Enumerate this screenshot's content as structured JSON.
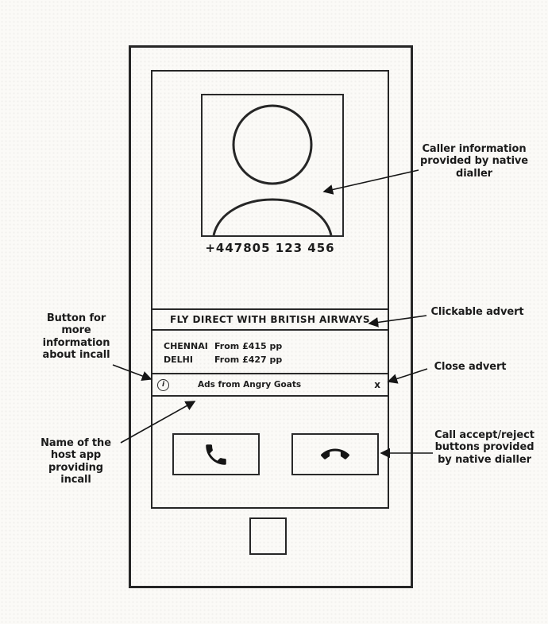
{
  "colors": {
    "ink": "#1c1c1c",
    "paper": "#fbfaf7"
  },
  "phone": {
    "caller_number": "+447805 123 456",
    "advert": {
      "headline": "FLY DIRECT WITH BRITISH AIRWAYS",
      "offers": [
        {
          "city": "CHENNAI",
          "price": "From £415 pp"
        },
        {
          "city": "DELHI",
          "price": "From £427 pp"
        }
      ],
      "info_button_label": "i",
      "attribution": "Ads from Angry Goats",
      "close_label": "x"
    }
  },
  "annotations": {
    "caller_info": "Caller information provided by native dialler",
    "clickable_advert": "Clickable advert",
    "close_advert": "Close advert",
    "call_buttons": "Call accept/reject buttons provided by native dialler",
    "info_button": "Button for more information about incall",
    "host_app": "Name of the host app providing incall"
  }
}
